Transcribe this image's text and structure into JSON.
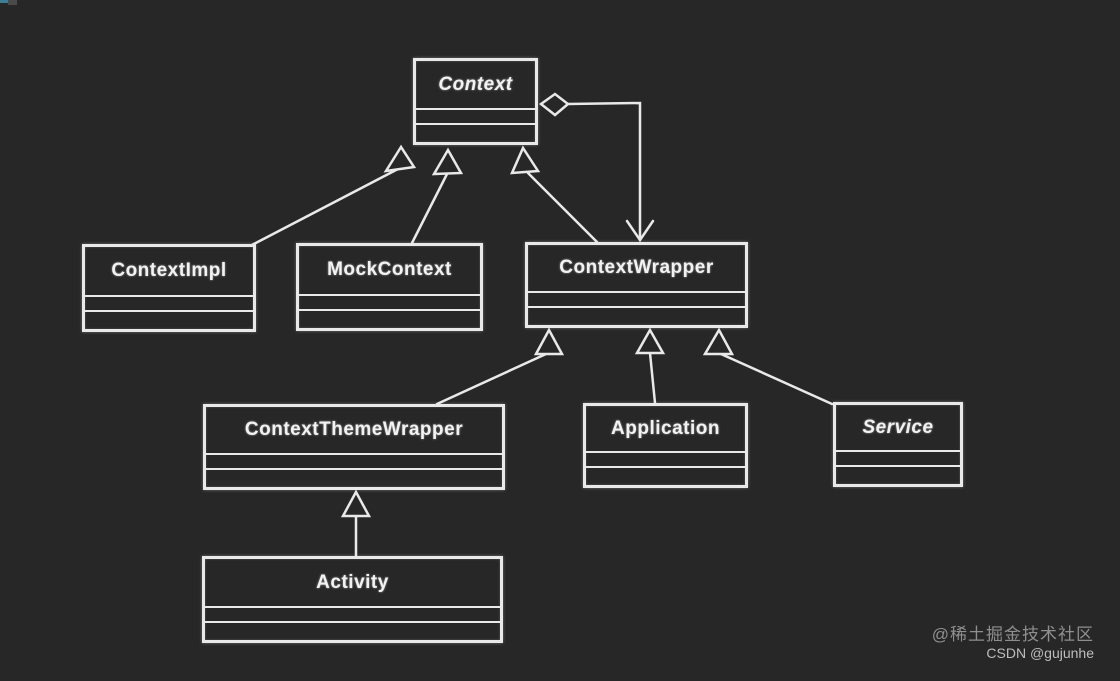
{
  "diagram": {
    "type": "uml-class-diagram",
    "classes": {
      "context": {
        "name": "Context",
        "abstract": true
      },
      "contextimpl": {
        "name": "ContextImpl",
        "abstract": false
      },
      "mockcontext": {
        "name": "MockContext",
        "abstract": false
      },
      "contextwrapper": {
        "name": "ContextWrapper",
        "abstract": false
      },
      "contextthemewrapper": {
        "name": "ContextThemeWrapper",
        "abstract": false
      },
      "application": {
        "name": "Application",
        "abstract": false
      },
      "service": {
        "name": "Service",
        "abstract": true
      },
      "activity": {
        "name": "Activity",
        "abstract": false
      }
    },
    "relationships": [
      {
        "from": "ContextImpl",
        "to": "Context",
        "type": "generalization"
      },
      {
        "from": "MockContext",
        "to": "Context",
        "type": "generalization"
      },
      {
        "from": "ContextWrapper",
        "to": "Context",
        "type": "generalization"
      },
      {
        "from": "Context",
        "to": "ContextWrapper",
        "type": "aggregation"
      },
      {
        "from": "ContextThemeWrapper",
        "to": "ContextWrapper",
        "type": "generalization"
      },
      {
        "from": "Application",
        "to": "ContextWrapper",
        "type": "generalization"
      },
      {
        "from": "Service",
        "to": "ContextWrapper",
        "type": "generalization"
      },
      {
        "from": "Activity",
        "to": "ContextThemeWrapper",
        "type": "generalization"
      }
    ]
  },
  "watermark": {
    "juejin": "@稀土掘金技术社区",
    "csdn": "CSDN @gujunhe"
  },
  "colors": {
    "background": "#272727",
    "line": "#e9e9e9",
    "text": "#f2f2f2",
    "watermark_primary": "#8f8f8f",
    "watermark_secondary": "#bdbdbd",
    "progress_blue": "#3d7e92"
  }
}
